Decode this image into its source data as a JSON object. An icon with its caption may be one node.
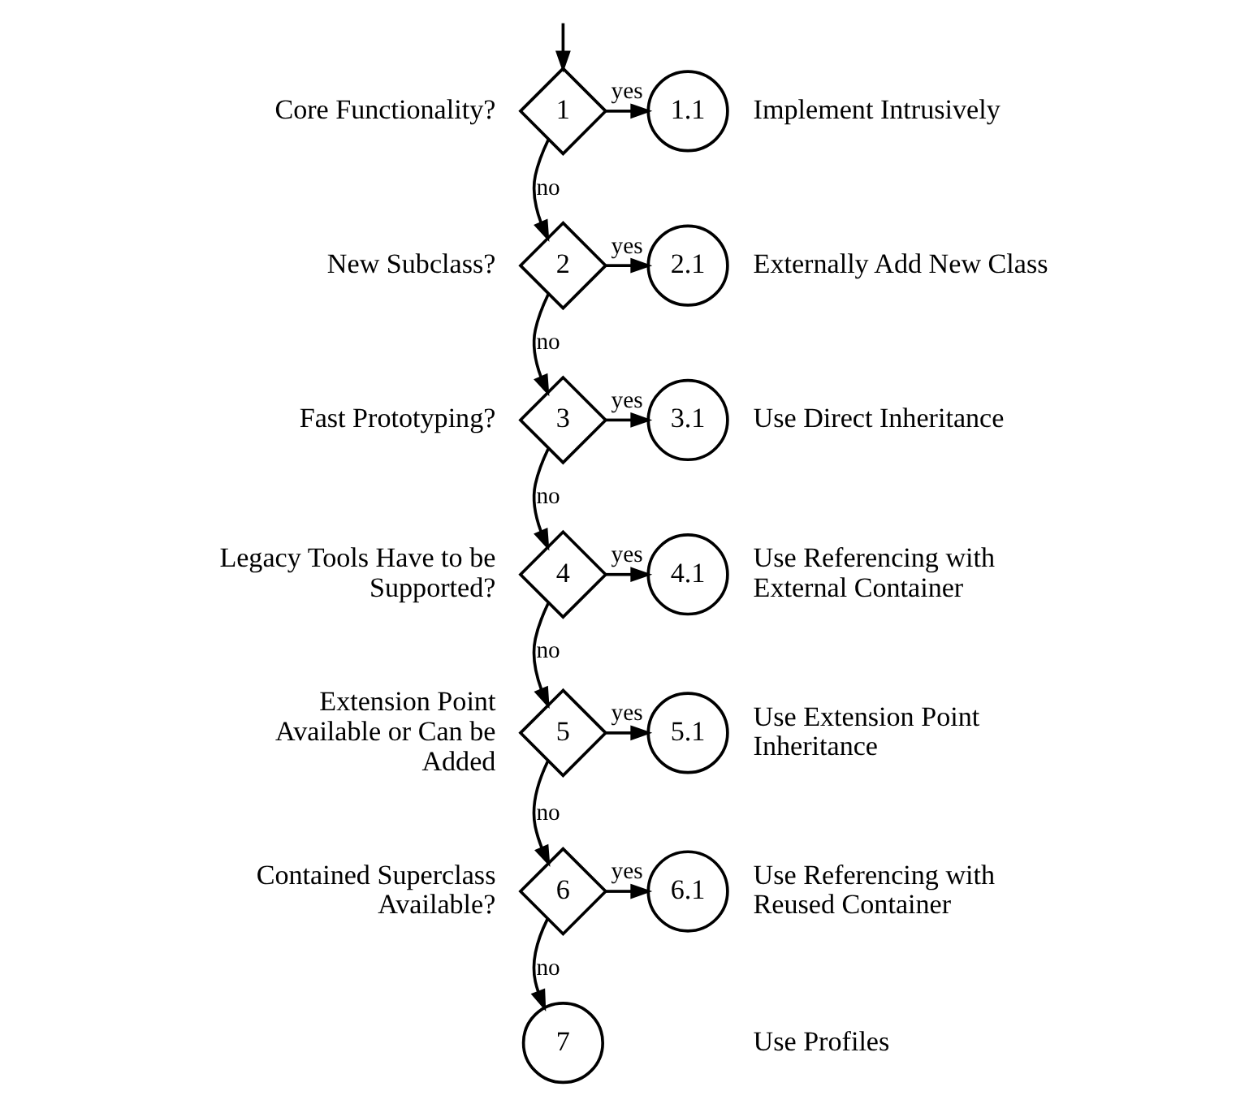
{
  "diagram": {
    "nodes": [
      {
        "text": [
          "1"
        ],
        "beside": [
          "Core Functionality?"
        ]
      },
      {
        "text": [
          "1.1"
        ],
        "beside": [
          "Implement Intrusively"
        ]
      },
      {
        "text": [
          "2"
        ],
        "beside": [
          "New Subclass?"
        ]
      },
      {
        "text": [
          "2.1"
        ],
        "beside": [
          "Externally Add New Class"
        ]
      },
      {
        "text": [
          "3"
        ],
        "beside": [
          "Fast Prototyping?"
        ]
      },
      {
        "text": [
          "3.1"
        ],
        "beside": [
          "Use Direct Inheritance"
        ]
      },
      {
        "text": [
          "4"
        ],
        "beside": [
          "Legacy Tools Have to be Supported?"
        ]
      },
      {
        "text": [
          "4.1"
        ],
        "beside": [
          "Use Referencing with External Container"
        ]
      },
      {
        "text": [
          "5"
        ],
        "beside": [
          "Extension Point Available or Can be Added"
        ]
      },
      {
        "text": [
          "5.1"
        ],
        "beside": [
          "Use Extension Point Inheritance"
        ]
      },
      {
        "text": [
          "6"
        ],
        "beside": [
          "Contained Superclass Available?"
        ]
      },
      {
        "text": [
          "6.1"
        ],
        "beside": [
          "Use Referencing with Reused Container"
        ]
      },
      {
        "text": [
          "7"
        ]
      }
    ],
    "labels": [
      "Use Profiles"
    ],
    "edges": [
      {
        "from": null,
        "to": 0,
        "arrow": "to"
      },
      {
        "from": 0,
        "to": 1,
        "arrow": "to",
        "label": "yes"
      },
      {
        "from": 0,
        "to": 2,
        "arrow": "to",
        "label": "no"
      },
      {
        "from": 2,
        "to": 3,
        "arrow": "to",
        "label": "yes"
      },
      {
        "from": 2,
        "to": 4,
        "arrow": "to",
        "label": "no"
      },
      {
        "from": 4,
        "to": 5,
        "arrow": "to",
        "label": "yes"
      },
      {
        "from": 4,
        "to": 6,
        "arrow": "to",
        "label": "no"
      },
      {
        "from": 6,
        "to": 7,
        "arrow": "to",
        "label": "yes"
      },
      {
        "from": 6,
        "to": 8,
        "arrow": "to",
        "label": "no"
      },
      {
        "from": 8,
        "to": 9,
        "arrow": "to",
        "label": "yes"
      },
      {
        "from": 8,
        "to": 10,
        "arrow": "to",
        "label": "no"
      },
      {
        "from": 10,
        "to": 11,
        "arrow": "to",
        "label": "yes"
      },
      {
        "from": 10,
        "to": 12,
        "arrow": "to",
        "label": "no"
      }
    ]
  }
}
